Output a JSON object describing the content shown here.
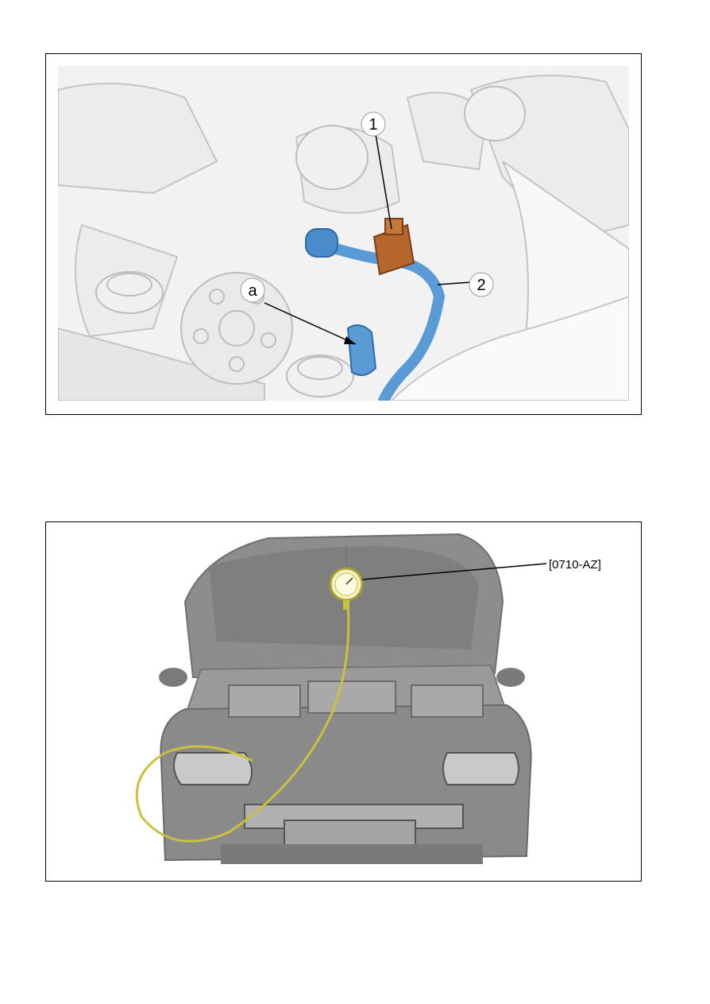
{
  "figure1": {
    "callouts": {
      "one": "1",
      "two": "2",
      "a": "a"
    },
    "colors": {
      "clip": "#b5662a",
      "hose": "#5b9bd5",
      "line_art": "#c8c8c8"
    }
  },
  "figure2": {
    "tool_reference": "[0710-AZ]",
    "colors": {
      "gauge_hose": "#c9c23a",
      "vehicle": "#8d8d8d"
    }
  }
}
